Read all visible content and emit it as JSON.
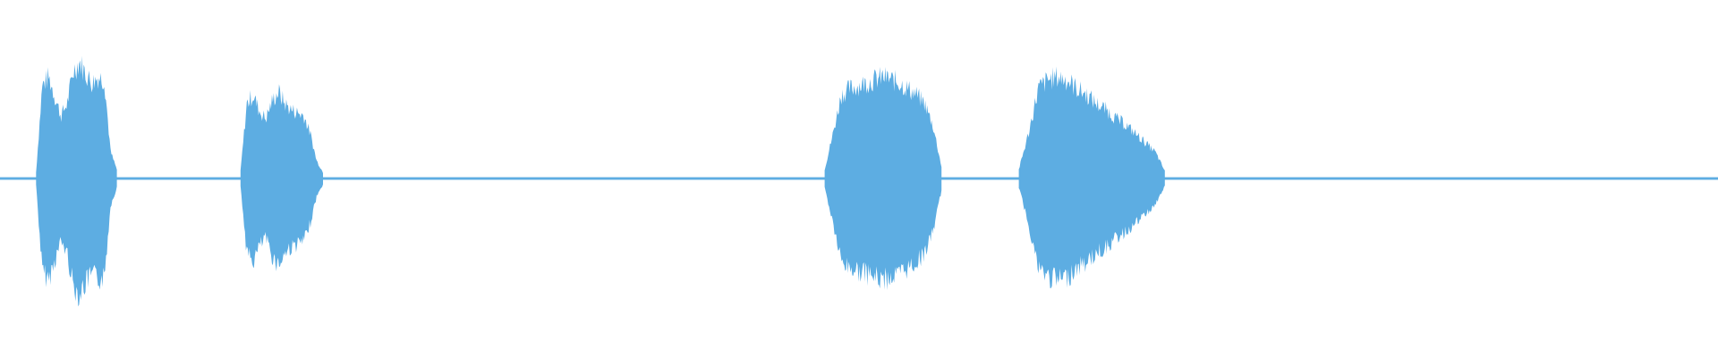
{
  "colors": {
    "background": "#ffffff",
    "waveform": "#5dade2"
  },
  "chart_data": {
    "type": "area",
    "title": "",
    "xlabel": "",
    "ylabel": "",
    "grid": false,
    "legend": "none",
    "x_range": [
      0,
      1
    ],
    "ylim": [
      -1,
      1
    ],
    "baseline_amplitude": 0.008,
    "segments": [
      {
        "start": 0.021,
        "end": 0.068,
        "envelope": [
          0.04,
          0.62,
          0.68,
          0.55,
          0.42,
          0.5,
          0.72,
          0.78,
          0.7,
          0.64,
          0.68,
          0.66,
          0.18,
          0.06
        ]
      },
      {
        "start": 0.14,
        "end": 0.188,
        "envelope": [
          0.05,
          0.5,
          0.56,
          0.45,
          0.4,
          0.52,
          0.58,
          0.5,
          0.46,
          0.44,
          0.42,
          0.3,
          0.12,
          0.04
        ]
      },
      {
        "start": 0.48,
        "end": 0.548,
        "envelope": [
          0.06,
          0.3,
          0.56,
          0.6,
          0.62,
          0.64,
          0.66,
          0.68,
          0.66,
          0.64,
          0.6,
          0.56,
          0.5,
          0.35,
          0.08
        ]
      },
      {
        "start": 0.593,
        "end": 0.678,
        "envelope": [
          0.06,
          0.3,
          0.6,
          0.66,
          0.68,
          0.66,
          0.6,
          0.56,
          0.5,
          0.46,
          0.4,
          0.36,
          0.3,
          0.24,
          0.18,
          0.05
        ]
      }
    ]
  }
}
